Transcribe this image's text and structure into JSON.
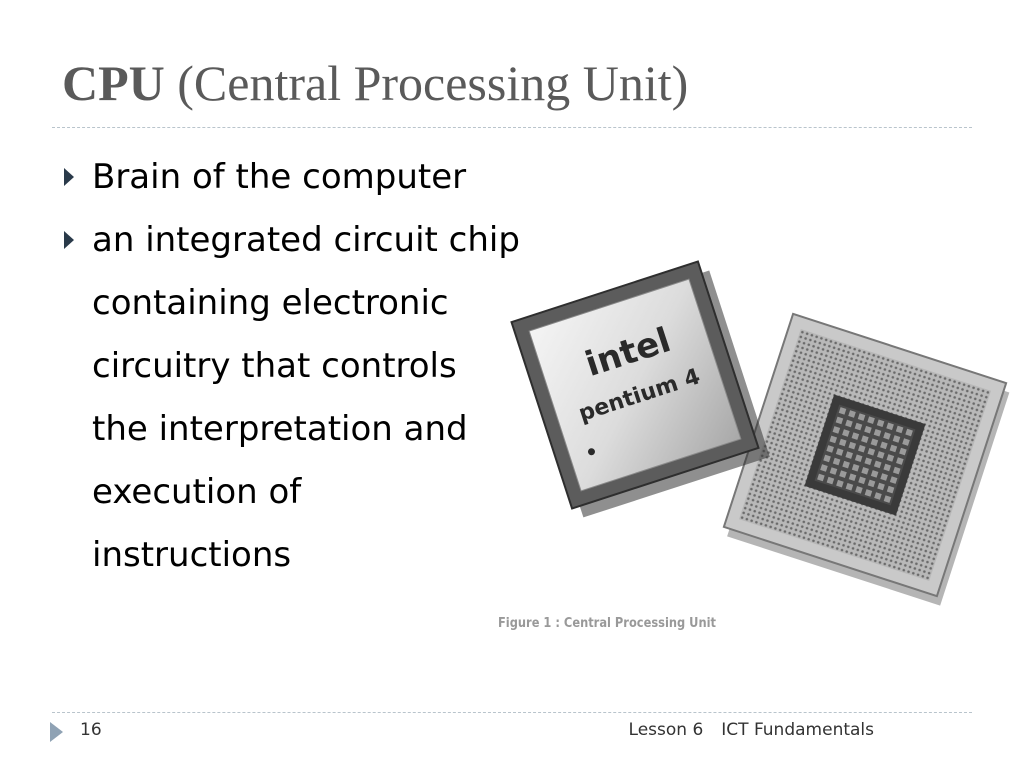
{
  "slide": {
    "title_bold": "CPU",
    "title_rest": " (Central Processing Unit)",
    "bullets": [
      {
        "lines": [
          "Brain of the computer"
        ]
      },
      {
        "lines": [
          "an integrated circuit chip",
          "containing electronic",
          "circuitry that controls",
          "the interpretation and",
          "execution of",
          "instructions"
        ]
      }
    ],
    "figure": {
      "chip_brand": "intel",
      "chip_model": "pentium 4",
      "caption": "Figure 1 : Central Processing Unit"
    }
  },
  "footer": {
    "page_number": "16",
    "lesson": "Lesson 6",
    "course": "ICT Fundamentals"
  },
  "colors": {
    "title": "#5a5a5a",
    "bullet_marker": "#2a3a4a",
    "footer_arrow": "#8fa2b4",
    "rule": "#b9c4cc"
  }
}
